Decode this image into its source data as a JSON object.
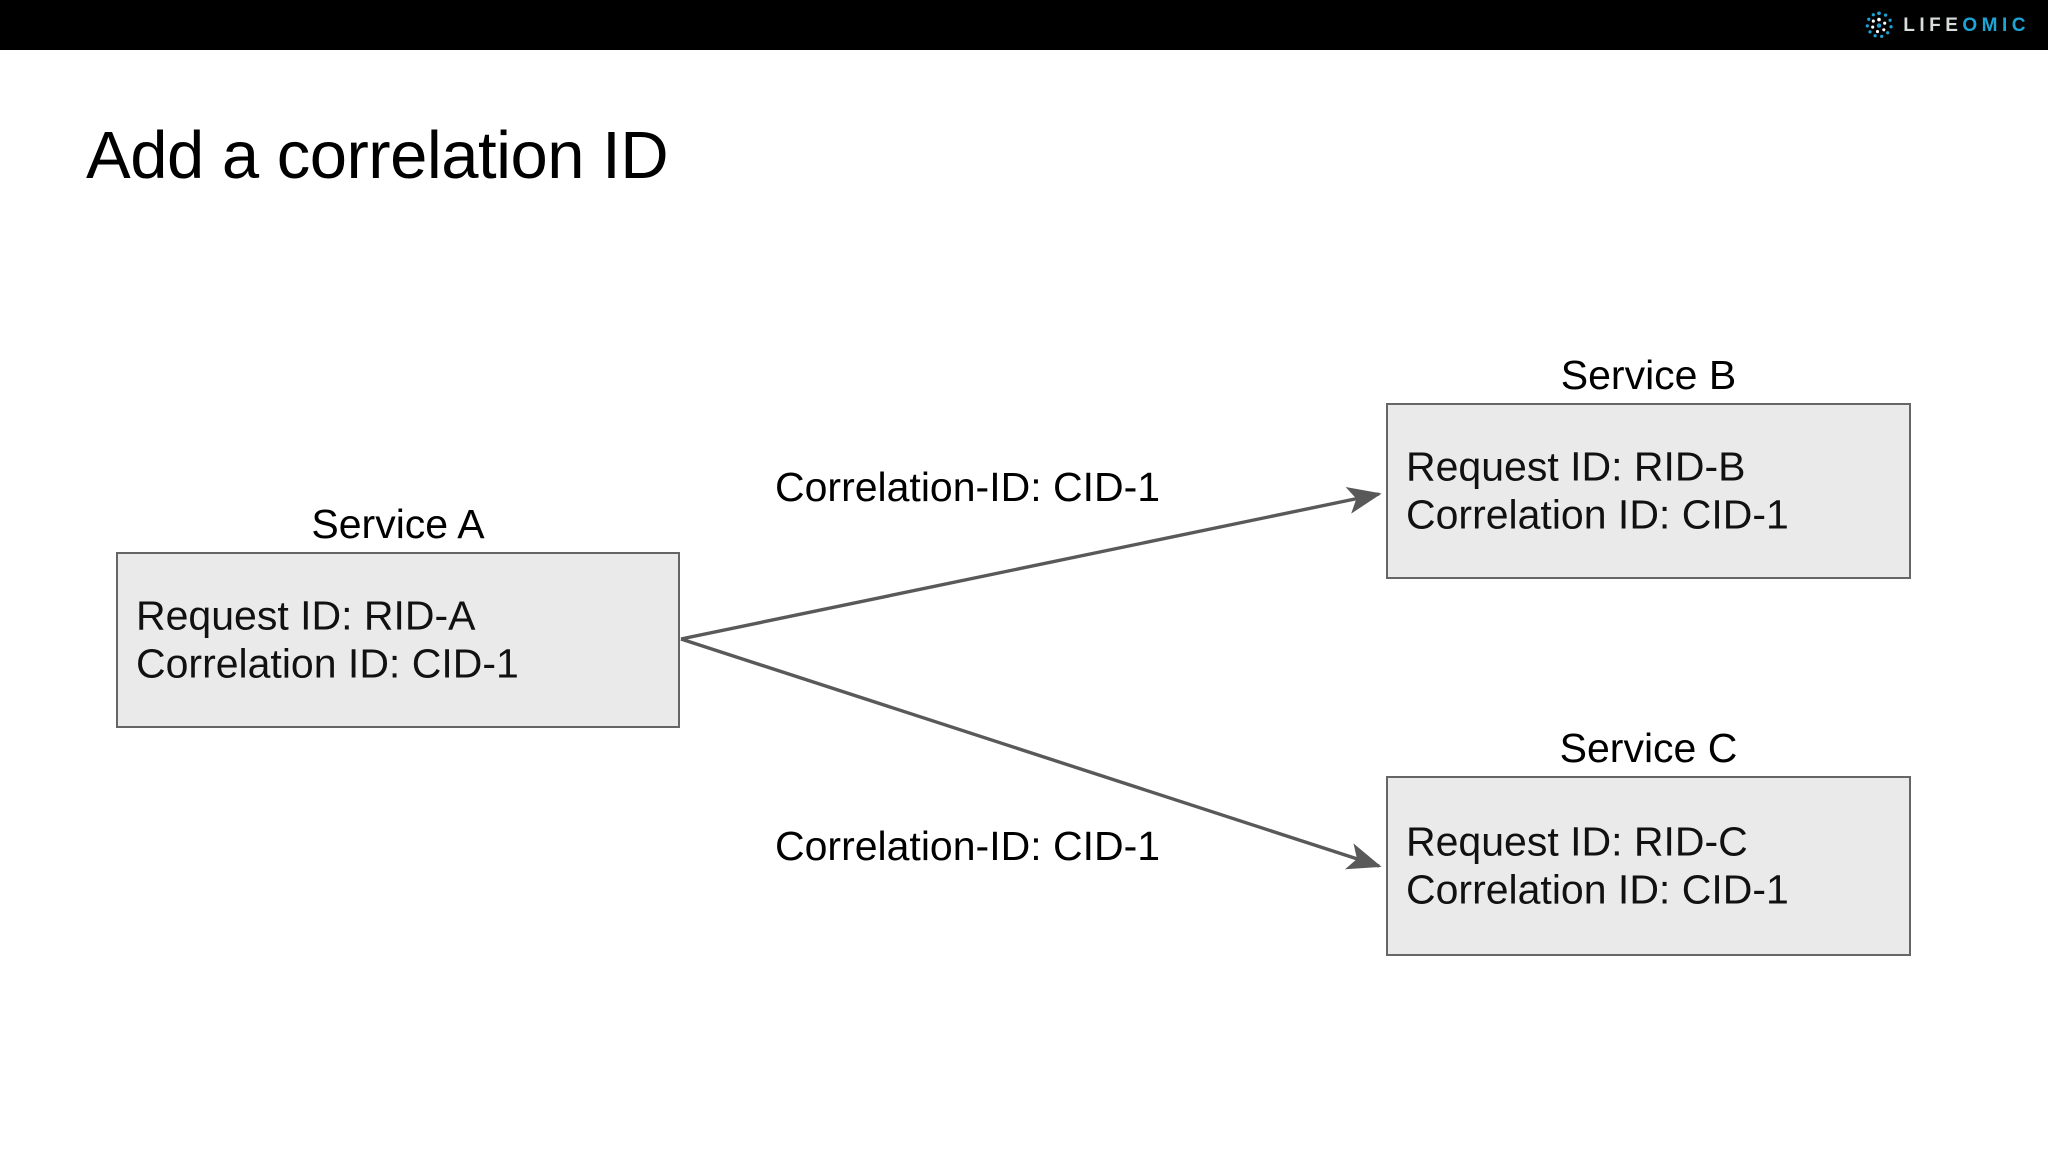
{
  "brand": {
    "logo_icon": "lifeomic-dotted-circle-icon",
    "name_part_1": "LIFE",
    "name_part_2": "OMIC",
    "bar_color": "#000000",
    "accent_color": "#1da4d6",
    "text_color": "#d9dcdd"
  },
  "slide": {
    "title": "Add a correlation ID",
    "background_color": "#ffffff"
  },
  "diagram": {
    "type": "flow",
    "node_fill": "#eaeaea",
    "node_border": "#666666",
    "edge_color": "#595959",
    "nodes": [
      {
        "id": "service-a",
        "caption": "Service A",
        "line_1": "Request ID: RID-A",
        "line_2": "Correlation ID: CID-1"
      },
      {
        "id": "service-b",
        "caption": "Service B",
        "line_1": "Request ID: RID-B",
        "line_2": "Correlation ID: CID-1"
      },
      {
        "id": "service-c",
        "caption": "Service C",
        "line_1": "Request ID: RID-C",
        "line_2": "Correlation ID: CID-1"
      }
    ],
    "edges": [
      {
        "from": "service-a",
        "to": "service-b",
        "label": "Correlation-ID: CID-1"
      },
      {
        "from": "service-a",
        "to": "service-c",
        "label": "Correlation-ID: CID-1"
      }
    ]
  }
}
